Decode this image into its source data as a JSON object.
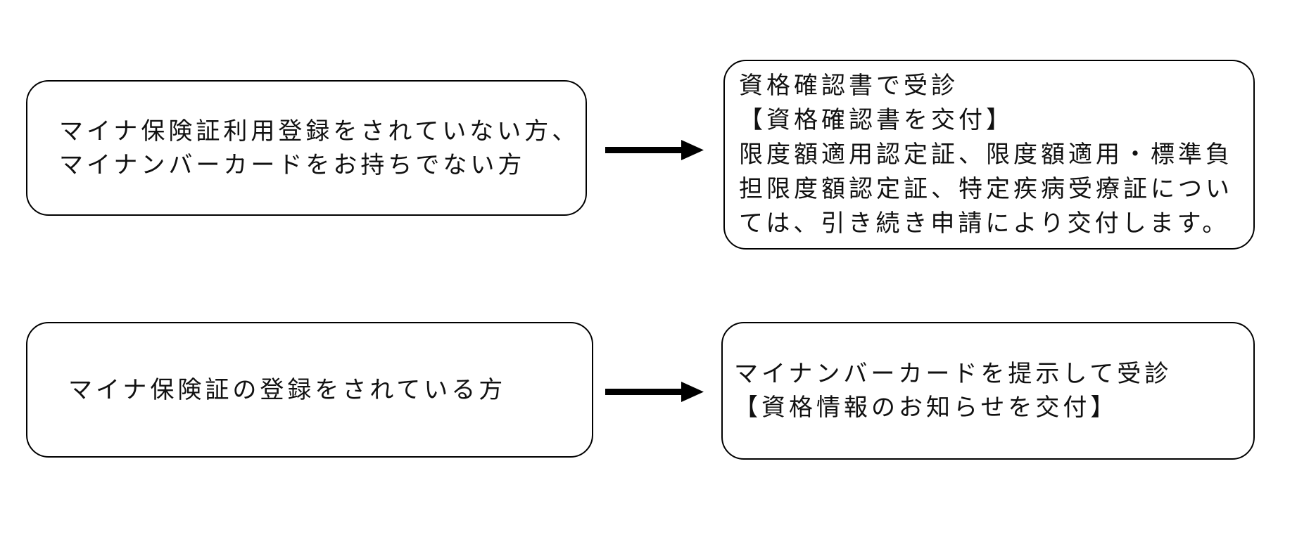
{
  "canvas": {
    "background_color": "#ffffff",
    "ink_color": "#111111",
    "border_color": "#000000"
  },
  "diagram": {
    "type": "flowchart",
    "rows": [
      {
        "source": {
          "lines": [
            "マイナ保険証利用登録をされていない方、",
            "マイナンバーカードをお持ちでない方"
          ]
        },
        "connector": "right-arrow",
        "result": {
          "lines": [
            "資格確認書で受診",
            "【資格確認書を交付】",
            "限度額適用認定証、限度額適用・標準負",
            "担限度額認定証、特定疾病受療証につい",
            "ては、引き続き申請により交付します。"
          ]
        }
      },
      {
        "source": {
          "lines": [
            "マイナ保険証の登録をされている方"
          ]
        },
        "connector": "right-arrow",
        "result": {
          "lines": [
            "マイナンバーカードを提示して受診",
            "【資格情報のお知らせを交付】"
          ]
        }
      }
    ]
  }
}
